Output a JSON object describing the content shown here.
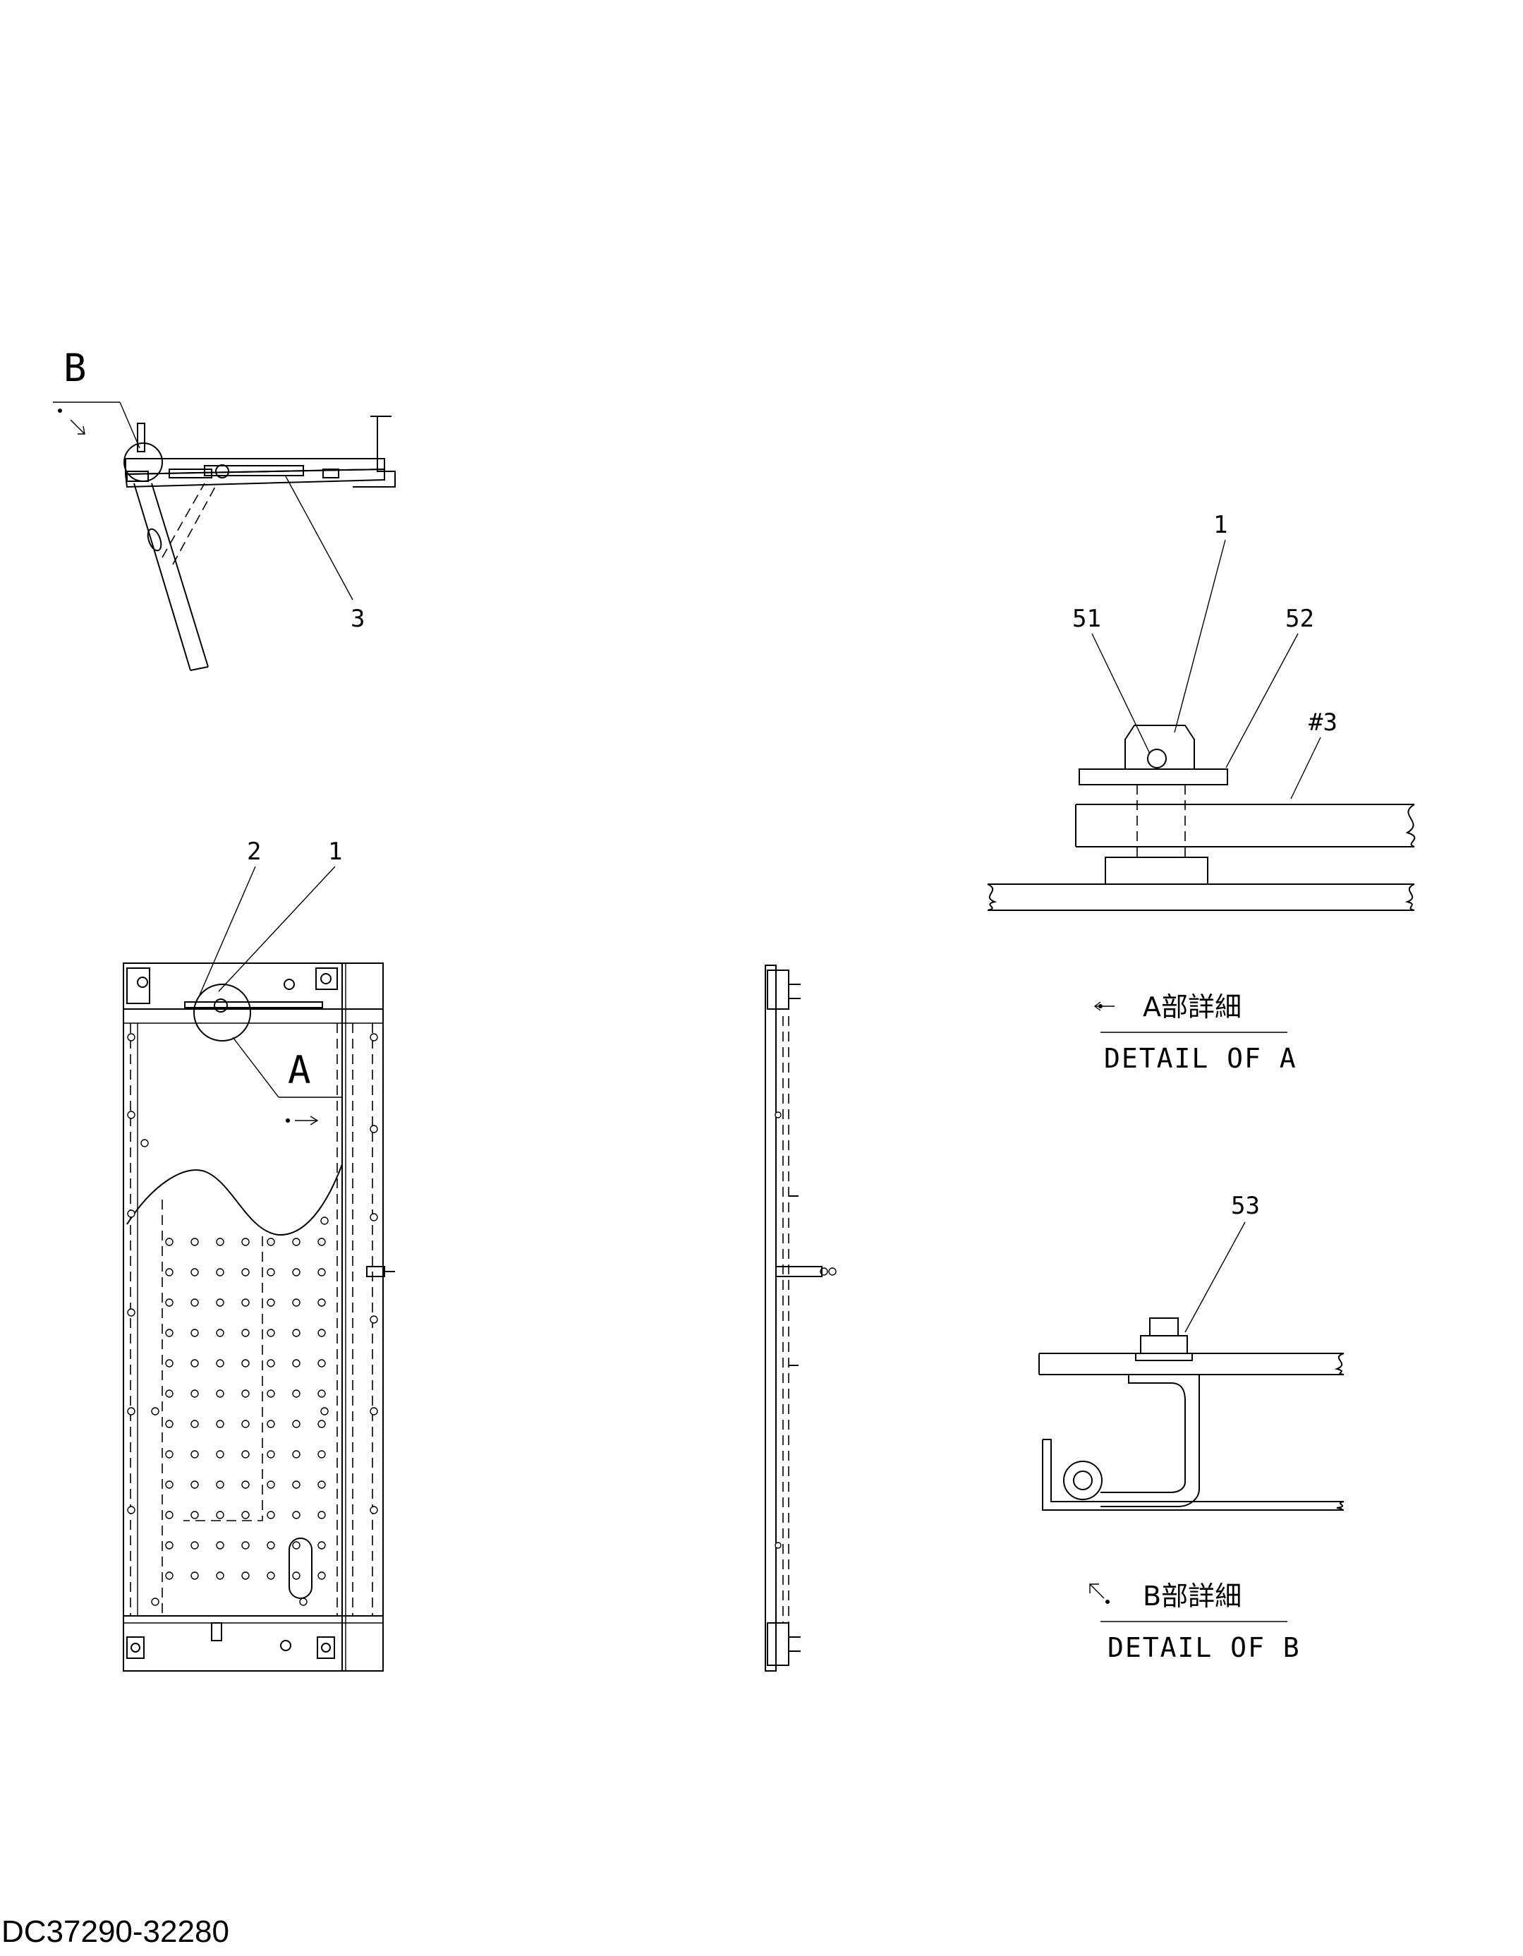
{
  "drawing_number": "DC37290-32280",
  "callouts": {
    "part_1_top": "1",
    "part_1_front": "1",
    "part_2": "2",
    "part_3": "3",
    "part_51": "51",
    "part_52": "52",
    "part_53": "53",
    "ref_3": "#3"
  },
  "view_markers": {
    "a": "A",
    "b": "B"
  },
  "detail_a": {
    "title_jp": "A部詳細",
    "title_en": "DETAIL OF A"
  },
  "detail_b": {
    "title_jp": "B部詳細",
    "title_en": "DETAIL OF B"
  }
}
